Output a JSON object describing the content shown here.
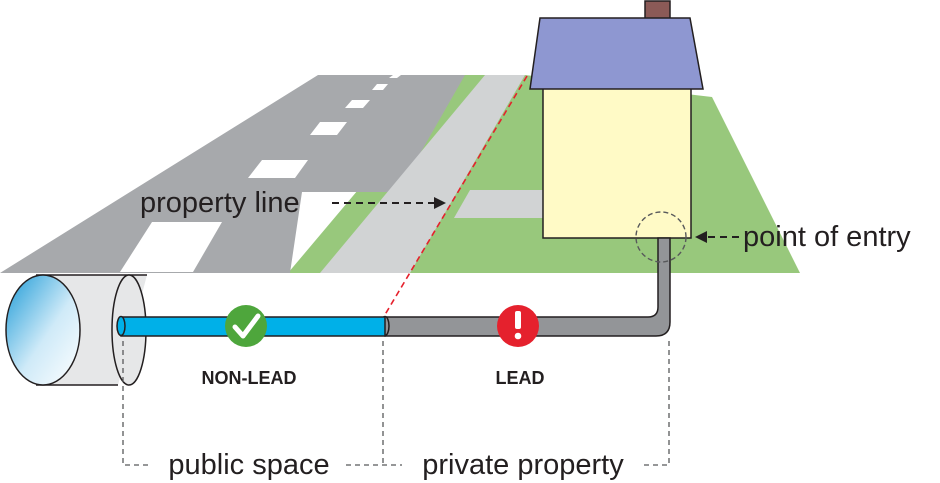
{
  "labels": {
    "property_line": "property line",
    "point_of_entry": "point of entry",
    "non_lead": "NON-LEAD",
    "lead": "LEAD",
    "public_space": "public space",
    "private_property": "private property"
  },
  "icons": {
    "non_lead_status": "checkmark-icon",
    "lead_status": "exclamation-icon"
  },
  "colors": {
    "road": "#a7a9ac",
    "lane_marking": "#ffffff",
    "grass": "#98c87c",
    "sidewalk": "#d1d3d4",
    "house_wall": "#fffac6",
    "roof": "#8e97d1",
    "chimney": "#8b5a57",
    "non_lead_pipe": "#00b0e8",
    "lead_pipe": "#939598",
    "property_line": "#e5212d",
    "check_badge": "#4ea63c",
    "warning_badge": "#e5212d"
  }
}
